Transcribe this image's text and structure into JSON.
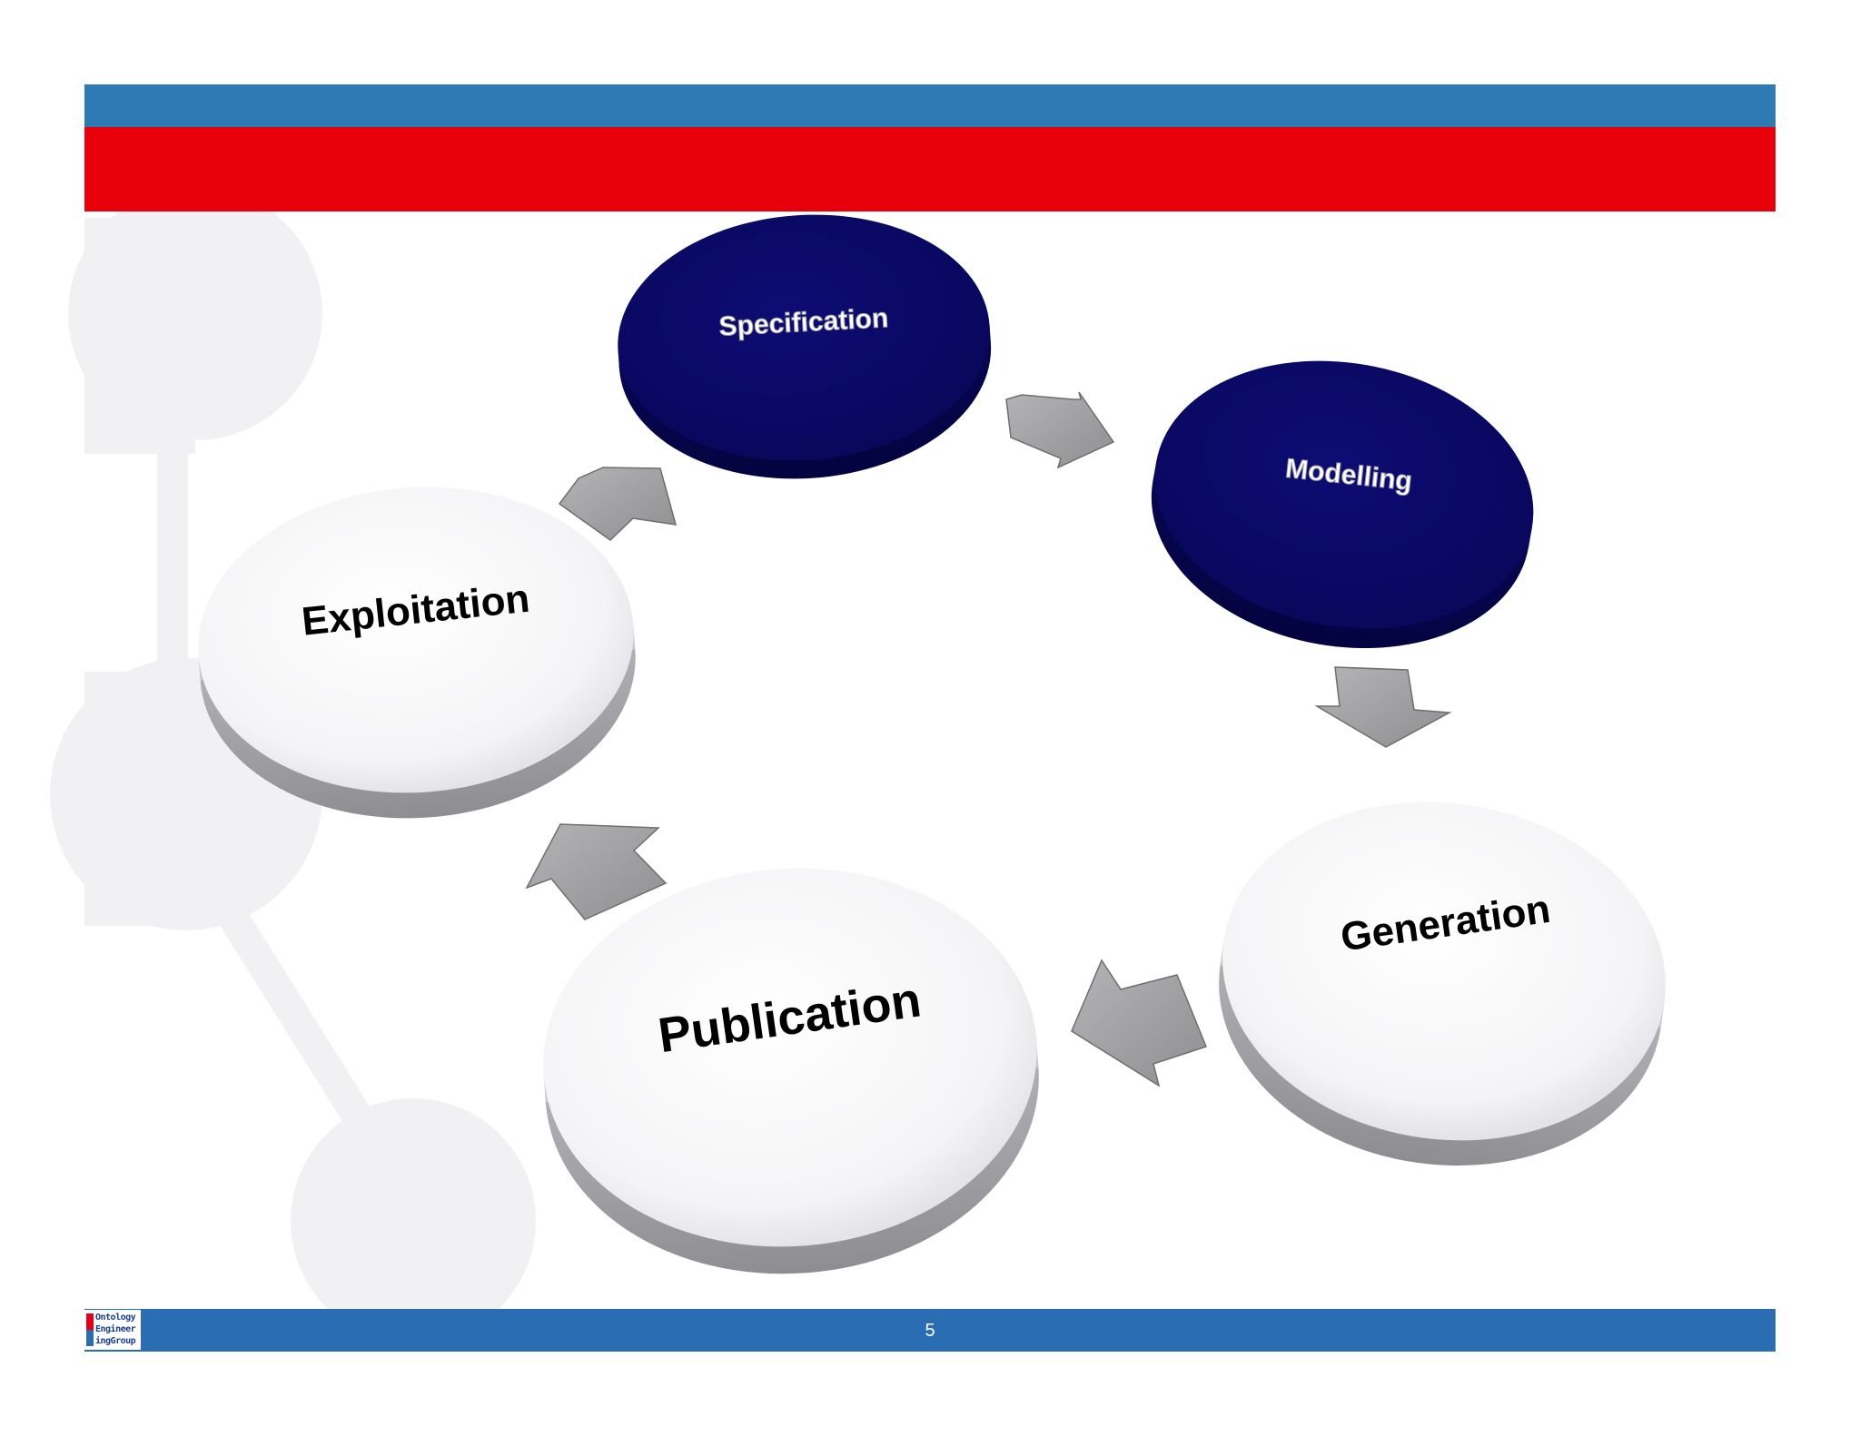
{
  "slide": {
    "page_number": "5",
    "colors": {
      "band_blue": "#2e7ab5",
      "band_red": "#e8000b",
      "footer_blue": "#2a6db3",
      "dark_node": "#0b0a6b",
      "light_node": "#f4f4f6",
      "arrow": "#a2a2a4"
    }
  },
  "logo": {
    "lines": [
      "Ontology",
      "Engineer",
      "ingGroup"
    ]
  },
  "cycle": {
    "nodes": [
      {
        "label": "Specification",
        "style": "dark"
      },
      {
        "label": "Modelling",
        "style": "dark"
      },
      {
        "label": "Generation",
        "style": "light"
      },
      {
        "label": "Publication",
        "style": "light"
      },
      {
        "label": "Exploitation",
        "style": "light"
      }
    ],
    "flow": "clockwise"
  }
}
